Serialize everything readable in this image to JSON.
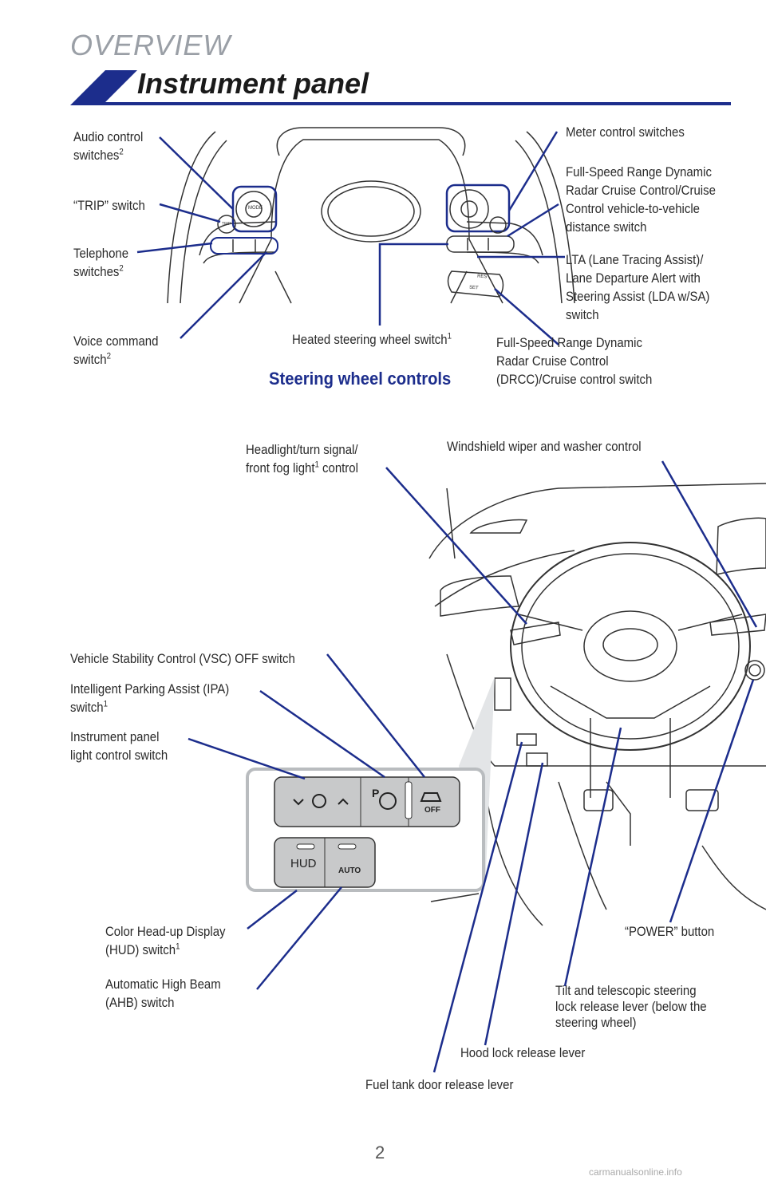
{
  "header": {
    "section": "OVERVIEW",
    "title": "Instrument panel"
  },
  "steering": {
    "heading": "Steering wheel controls",
    "audio_control": {
      "line1": "Audio control",
      "line2": "switches",
      "sup": "2"
    },
    "trip": "“TRIP” switch",
    "telephone": {
      "line1": "Telephone",
      "line2": "switches",
      "sup": "2"
    },
    "voice": {
      "line1": "Voice command",
      "line2": "switch",
      "sup": "2"
    },
    "heated": {
      "text": "Heated steering wheel switch",
      "sup": "1"
    },
    "meter": "Meter control switches",
    "distance": [
      "Full-Speed Range Dynamic",
      "Radar Cruise Control/Cruise",
      "Control vehicle-to-vehicle",
      "distance switch"
    ],
    "lta": [
      "LTA (Lane Tracing Assist)/",
      "Lane Departure Alert with",
      "Steering Assist (LDA w/SA)",
      "switch"
    ],
    "drcc": [
      "Full-Speed Range Dynamic",
      "Radar Cruise Control",
      "(DRCC)/Cruise control switch"
    ],
    "button_labels": {
      "mode": "MODE",
      "trip": "TRIP",
      "set": "SET",
      "res": "RES"
    }
  },
  "dashboard": {
    "headlight": {
      "line1": "Headlight/turn signal/",
      "line2a": "front fog light",
      "sup": "1",
      "line2b": " control"
    },
    "wiper": "Windshield wiper and washer control",
    "vsc": "Vehicle Stability Control (VSC) OFF switch",
    "ipa": {
      "line1": "Intelligent Parking Assist (IPA)",
      "line2": "switch",
      "sup": "1"
    },
    "ip_light": {
      "line1": "Instrument panel",
      "line2": "light control switch"
    },
    "hud": {
      "line1": "Color Head-up Display",
      "line2": "(HUD) switch",
      "sup": "1"
    },
    "ahb": {
      "line1": "Automatic High Beam",
      "line2": "(AHB) switch"
    },
    "power": "“POWER” button",
    "tilt": [
      "Tilt and telescopic steering",
      "lock release lever (below the",
      "steering wheel)"
    ],
    "hood": "Hood lock release lever",
    "fuel": "Fuel tank door release lever",
    "switch_labels": {
      "hud": "HUD",
      "auto": "AUTO",
      "off": "OFF",
      "p": "P"
    }
  },
  "footer": {
    "page": "2",
    "watermark": "carmanualsonline.info"
  },
  "colors": {
    "accent": "#1c2d8c",
    "leader": "#1c2d8c",
    "heading_gray": "#9a9fa6"
  }
}
